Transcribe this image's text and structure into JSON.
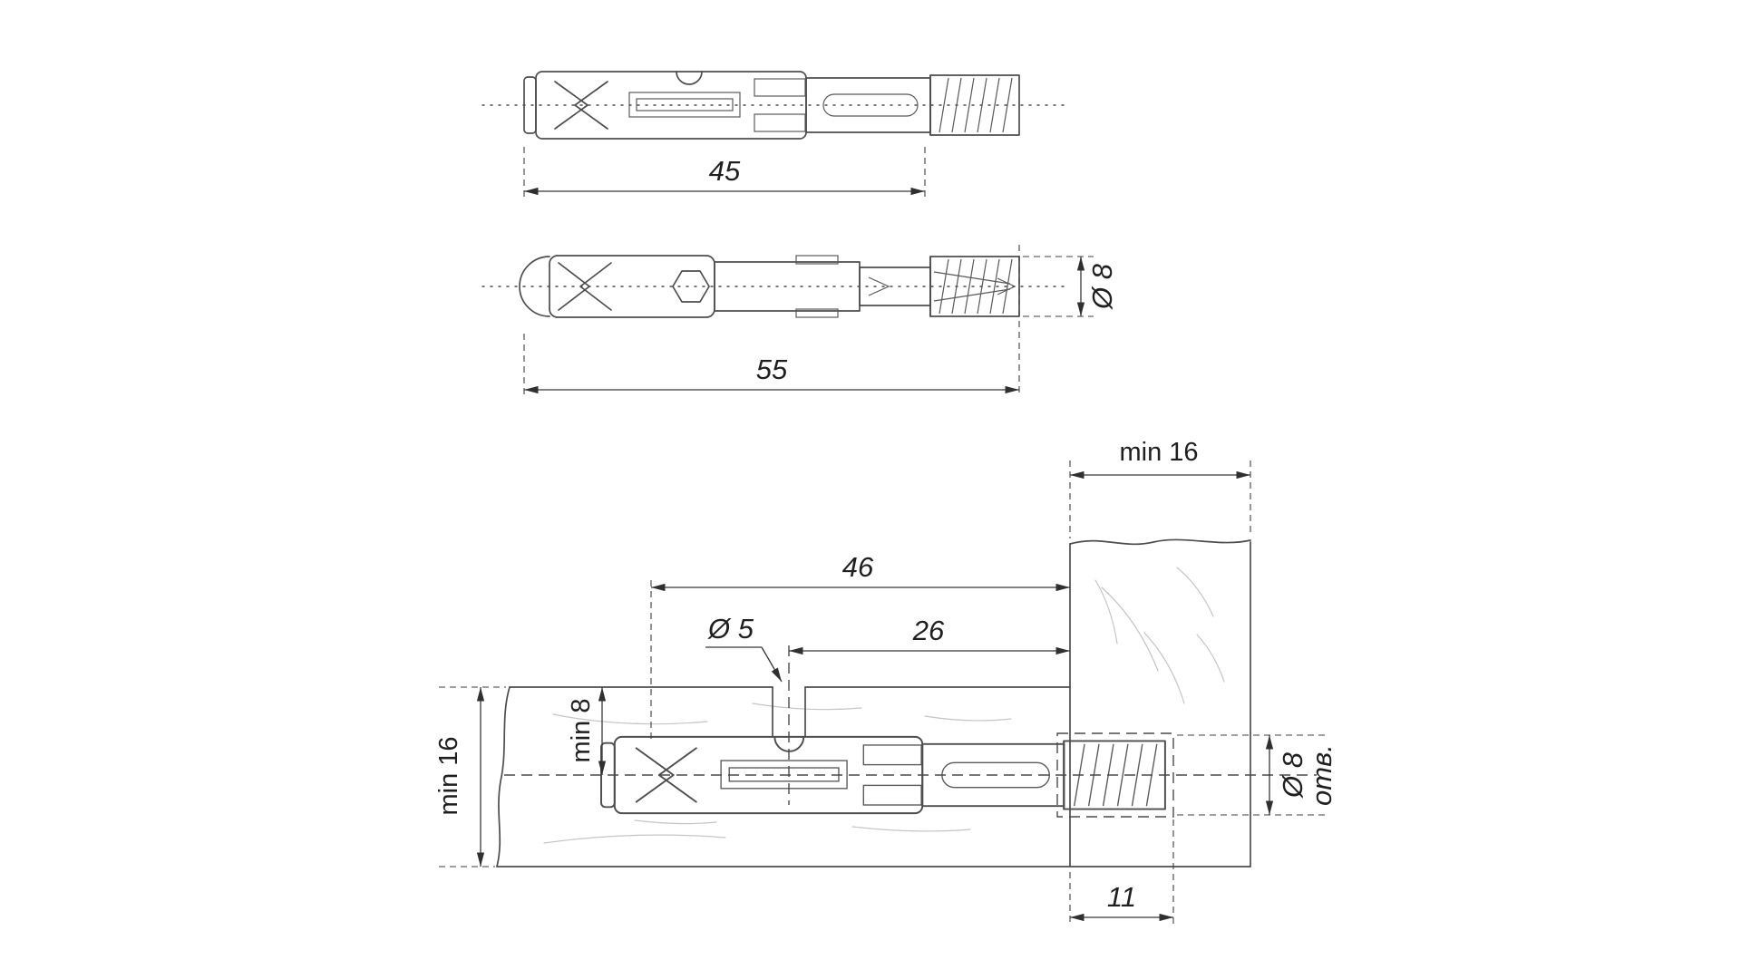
{
  "drawing": {
    "background": "#ffffff",
    "line_color": "#4d4d4d",
    "dim_color": "#383838",
    "grain_color": "#c5c5c5",
    "subject": "furniture-dowel-connector-technical-drawing"
  },
  "views": {
    "side": {
      "length_45": "45",
      "overall_55": "55",
      "diameter_8": "Ø 8"
    },
    "installation": {
      "panel_min_thickness_top": "min 16",
      "axis_from_edge_46": "46",
      "pilot_offset_26": "26",
      "access_hole_5": "Ø 5",
      "min_edge_to_axis_8": "min 8",
      "panel_min_thickness_left": "min 16",
      "bore_diameter_8": "Ø 8",
      "bore_word": "отв.",
      "thread_depth_11": "11"
    }
  }
}
